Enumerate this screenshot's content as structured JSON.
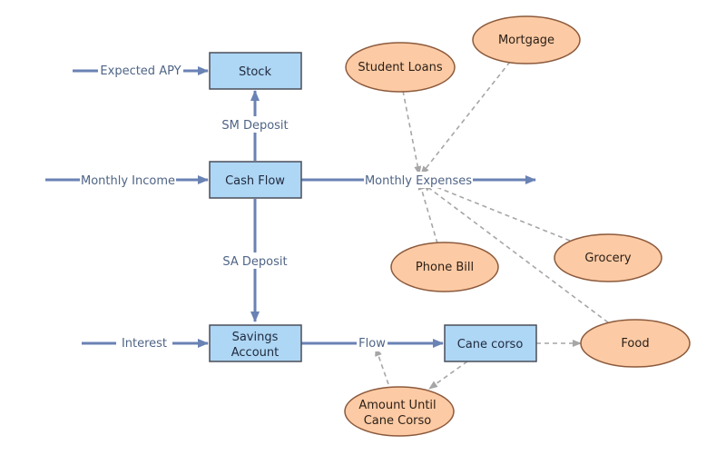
{
  "colors": {
    "stock_fill": "#aed6f5",
    "stock_stroke": "#4a4f58",
    "flow": "#6a82b4",
    "aux_fill": "#fccaa4",
    "aux_stroke": "#8c5a3c",
    "link": "#a6a6a6",
    "flow_label": "#4f6486"
  },
  "stocks": {
    "stock": "Stock",
    "cash_flow": "Cash Flow",
    "savings_account": [
      "Savings",
      "Account"
    ],
    "cane_corso": "Cane corso"
  },
  "flows": {
    "expected_apy": "Expected APY",
    "sm_deposit": "SM Deposit",
    "monthly_income": "Monthly Income",
    "monthly_expenses": "Monthly Expenses",
    "sa_deposit": "SA Deposit",
    "interest": "Interest",
    "flow": "Flow"
  },
  "auxiliaries": {
    "student_loans": "Student Loans",
    "mortgage": "Mortgage",
    "phone_bill": "Phone Bill",
    "grocery": "Grocery",
    "food": "Food",
    "amount_until_cane_corso": [
      "Amount Until",
      "Cane Corso"
    ]
  }
}
